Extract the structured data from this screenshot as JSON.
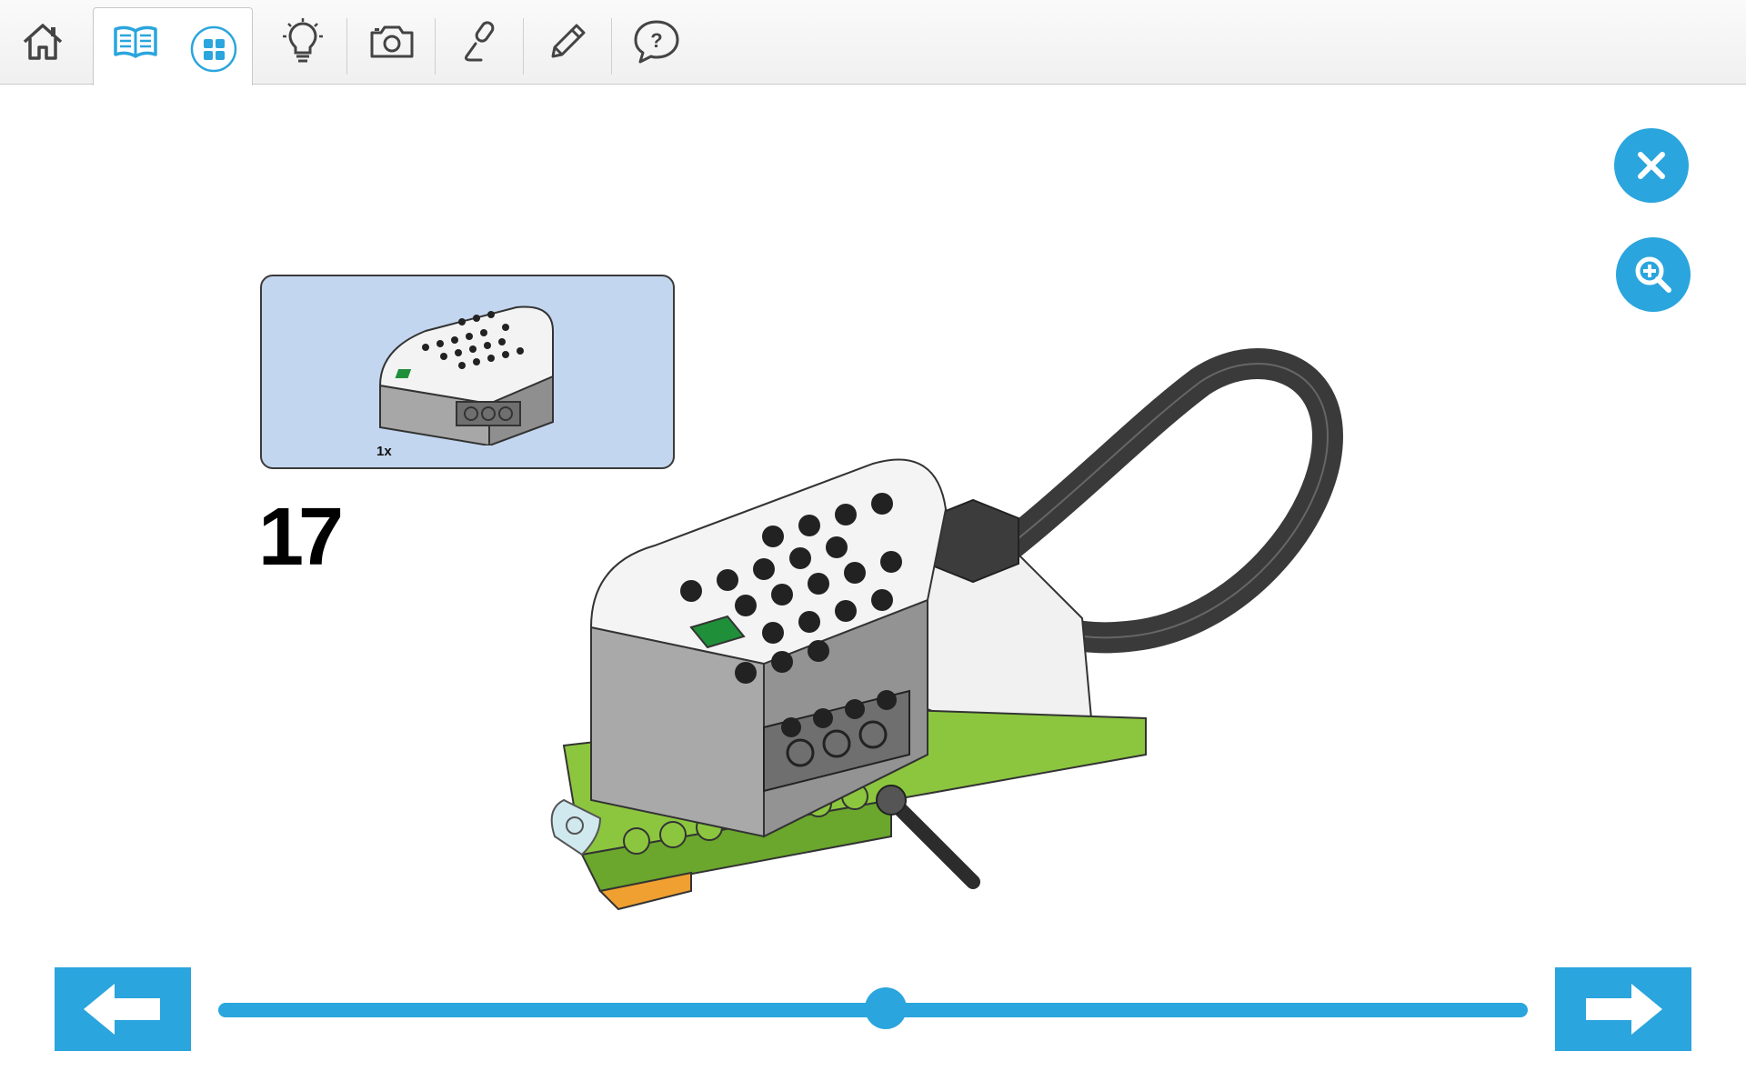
{
  "toolbar": {
    "icons": [
      "home-icon",
      "book-icon",
      "grid-icon",
      "lightbulb-icon",
      "camera-icon",
      "microphone-icon",
      "pencil-icon",
      "question-bubble-icon"
    ],
    "help_glyph": "?"
  },
  "colors": {
    "accent": "#2aa5dd",
    "parts_box_bg": "#c3d6ef",
    "lego_green": "#8cc63f",
    "lego_gray": "#a7a7a7"
  },
  "instructions": {
    "step_number": "17",
    "parts": [
      {
        "name": "smarthub",
        "quantity": "1x"
      }
    ],
    "progress_fraction": 0.51
  }
}
